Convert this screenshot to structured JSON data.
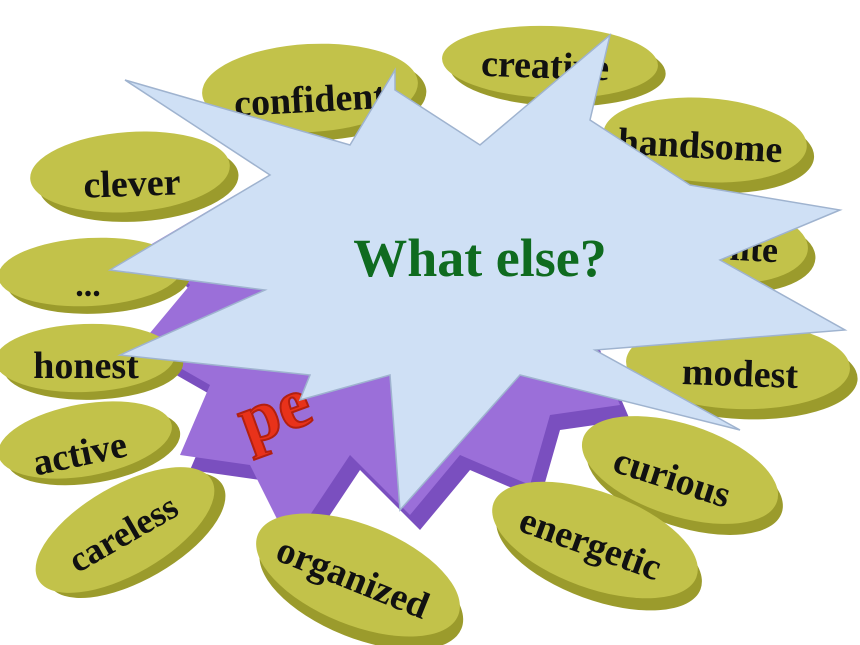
{
  "colors": {
    "background": "#ffffff",
    "ellipse_top": "#c2c24a",
    "ellipse_side": "#9b9b2c",
    "purple_front": "#9b6fd9",
    "purple_side": "#7a4fbf",
    "burst_fill": "#cfe0f5",
    "burst_stroke": "#9fb3cf",
    "center_text": "#0f6b1f",
    "word_text": "#111111",
    "hidden_word": "#e8321a"
  },
  "center": {
    "text": "What else?"
  },
  "hidden_word": {
    "text": "pe"
  },
  "words": [
    {
      "id": "creative",
      "label": "creative"
    },
    {
      "id": "confident",
      "label": "confident"
    },
    {
      "id": "handsome",
      "label": "handsome"
    },
    {
      "id": "clever",
      "label": "clever"
    },
    {
      "id": "polite",
      "label": "polite"
    },
    {
      "id": "ellipsis",
      "label": "..."
    },
    {
      "id": "honest",
      "label": "honest"
    },
    {
      "id": "modest",
      "label": "modest"
    },
    {
      "id": "active",
      "label": "active"
    },
    {
      "id": "curious",
      "label": "curious"
    },
    {
      "id": "careless",
      "label": "careless"
    },
    {
      "id": "energetic",
      "label": "energetic"
    },
    {
      "id": "organized",
      "label": "organized"
    }
  ]
}
